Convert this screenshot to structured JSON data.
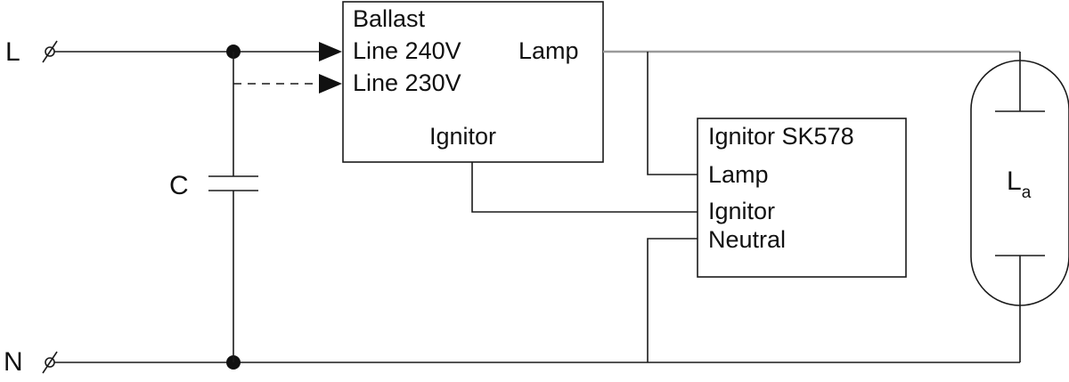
{
  "terminals": {
    "line": "L",
    "neutral": "N"
  },
  "capacitor": {
    "label": "C"
  },
  "ballast": {
    "title": "Ballast",
    "line_240": "Line 240V",
    "line_230": "Line 230V",
    "lamp": "Lamp",
    "ignitor": "Ignitor"
  },
  "ignitor_unit": {
    "title": "Ignitor SK578",
    "lamp": "Lamp",
    "ignitor": "Ignitor",
    "neutral": "Neutral"
  },
  "lamp": {
    "label": "L",
    "subscript": "a"
  },
  "colors": {
    "wire": "#1a1a1a",
    "lamp_wire": "#9a9a9a",
    "background": "#ffffff"
  }
}
